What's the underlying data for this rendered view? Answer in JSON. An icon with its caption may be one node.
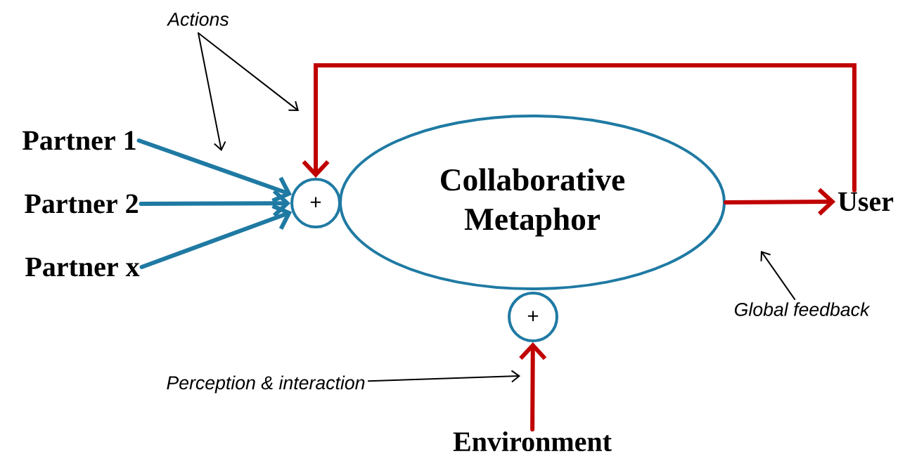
{
  "diagram": {
    "nodes": [
      {
        "text": [
          "Partner 1"
        ]
      },
      {
        "text": [
          "Partner 2"
        ]
      },
      {
        "text": [
          "Partner x"
        ]
      },
      {
        "text": [
          "+"
        ]
      },
      {
        "text": [
          "Collaborative Metaphor"
        ]
      },
      {
        "text": [
          "User"
        ]
      },
      {
        "text": [
          "+"
        ]
      },
      {
        "text": [
          "Environment"
        ]
      },
      {
        "text": [
          "Actions"
        ]
      },
      {
        "text": [
          "Global feedback"
        ]
      },
      {
        "text": [
          "Perception & interaction"
        ]
      }
    ],
    "edges": [
      {
        "from": 0,
        "to": 3,
        "arrow": "to",
        "color": "#1f7aa3"
      },
      {
        "from": 1,
        "to": 3,
        "arrow": "to",
        "color": "#1f7aa3"
      },
      {
        "from": 2,
        "to": 3,
        "arrow": "to",
        "color": "#1f7aa3"
      },
      {
        "from": 5,
        "to": 3,
        "arrow": "to",
        "color": "#c00000"
      },
      {
        "from": 4,
        "to": 5,
        "arrow": "to",
        "color": "#c00000"
      },
      {
        "from": 7,
        "to": 6,
        "arrow": "to",
        "color": "#c00000"
      },
      {
        "from": 8,
        "to": null,
        "arrow": "to"
      },
      {
        "from": 8,
        "to": null,
        "arrow": "to"
      },
      {
        "from": 9,
        "to": null,
        "arrow": "to"
      },
      {
        "from": 10,
        "to": null,
        "arrow": "to"
      }
    ]
  }
}
